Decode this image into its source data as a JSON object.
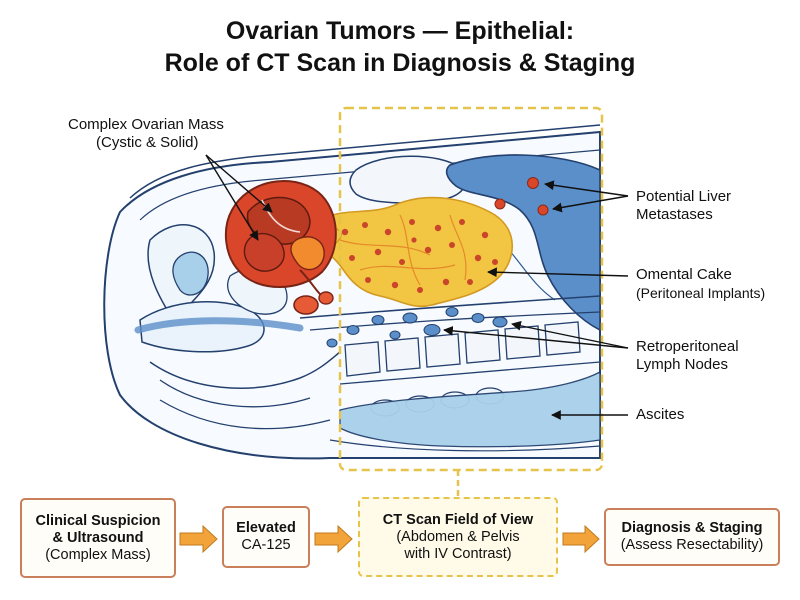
{
  "title": {
    "line1": "Ovarian Tumors — Epithelial:",
    "line2": "Role of CT Scan in Diagnosis & Staging"
  },
  "labels": {
    "mass": {
      "line1": "Complex Ovarian Mass",
      "line2": "(Cystic & Solid)"
    },
    "liver": {
      "line1": "Potential Liver",
      "line2": "Metastases"
    },
    "omental": {
      "line1": "Omental Cake",
      "line2": "(Peritoneal Implants)"
    },
    "nodes": {
      "line1": "Retroperitoneal",
      "line2": "Lymph Nodes"
    },
    "ascites": {
      "line1": "Ascites"
    }
  },
  "flow": [
    {
      "bold1": "Clinical Suspicion",
      "bold2": "& Ultrasound",
      "normal1": "(Complex Mass)"
    },
    {
      "bold1": "Elevated",
      "normal1": "CA-125"
    },
    {
      "bold1": "CT Scan Field of View",
      "normal1": "(Abdomen & Pelvis",
      "normal2": "with IV Contrast)"
    },
    {
      "bold1": "Diagnosis & Staging",
      "normal1": "(Assess Resectability)"
    }
  ],
  "colors": {
    "outline": "#24406e",
    "mass": "#d9462a",
    "omentum": "#f2c542",
    "liver": "#5b8fc9",
    "ascites": "#a9d0ea",
    "ct_frame": "#e6c34a",
    "box_border": "#c9805a",
    "arrow_fill": "#f2a33a"
  }
}
